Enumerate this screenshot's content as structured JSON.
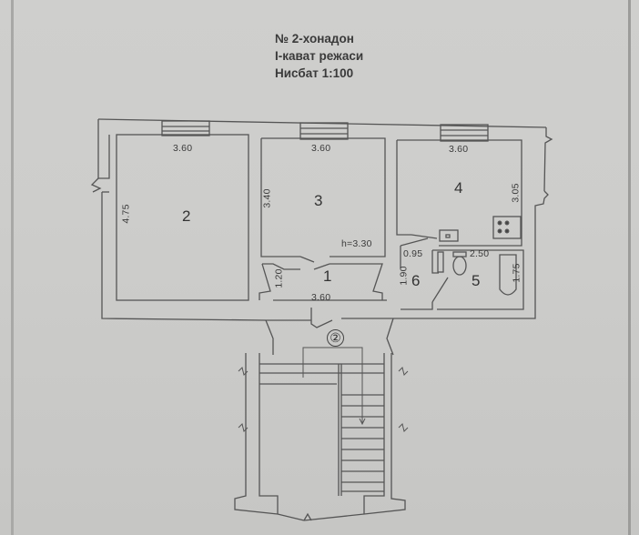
{
  "title": {
    "line1": "№ 2-хонадон",
    "line2": "I-кават режаси",
    "line3": "Нисбат 1:100"
  },
  "rooms": [
    {
      "id": "2",
      "label": "2",
      "width_dim": "3.60",
      "height_dim": "4.75"
    },
    {
      "id": "3",
      "label": "3",
      "width_dim": "3.60",
      "height_dim": "3.40",
      "ceiling_height": "h=3.30"
    },
    {
      "id": "4",
      "label": "4",
      "width_dim": "3.60",
      "height_dim": "3.05"
    },
    {
      "id": "1",
      "label": "1",
      "width_dim": "3.60",
      "height_dim": "1.20"
    },
    {
      "id": "5",
      "label": "5",
      "width_dim": "2.50",
      "height_dim": "1.75"
    },
    {
      "id": "6",
      "label": "6",
      "width_dim": "0.95",
      "height_dim": "1.90"
    }
  ],
  "stairwell": {
    "marker": "②"
  },
  "colors": {
    "paper": "#cdcdcb",
    "line": "#555555",
    "text": "#3a3a3a"
  }
}
